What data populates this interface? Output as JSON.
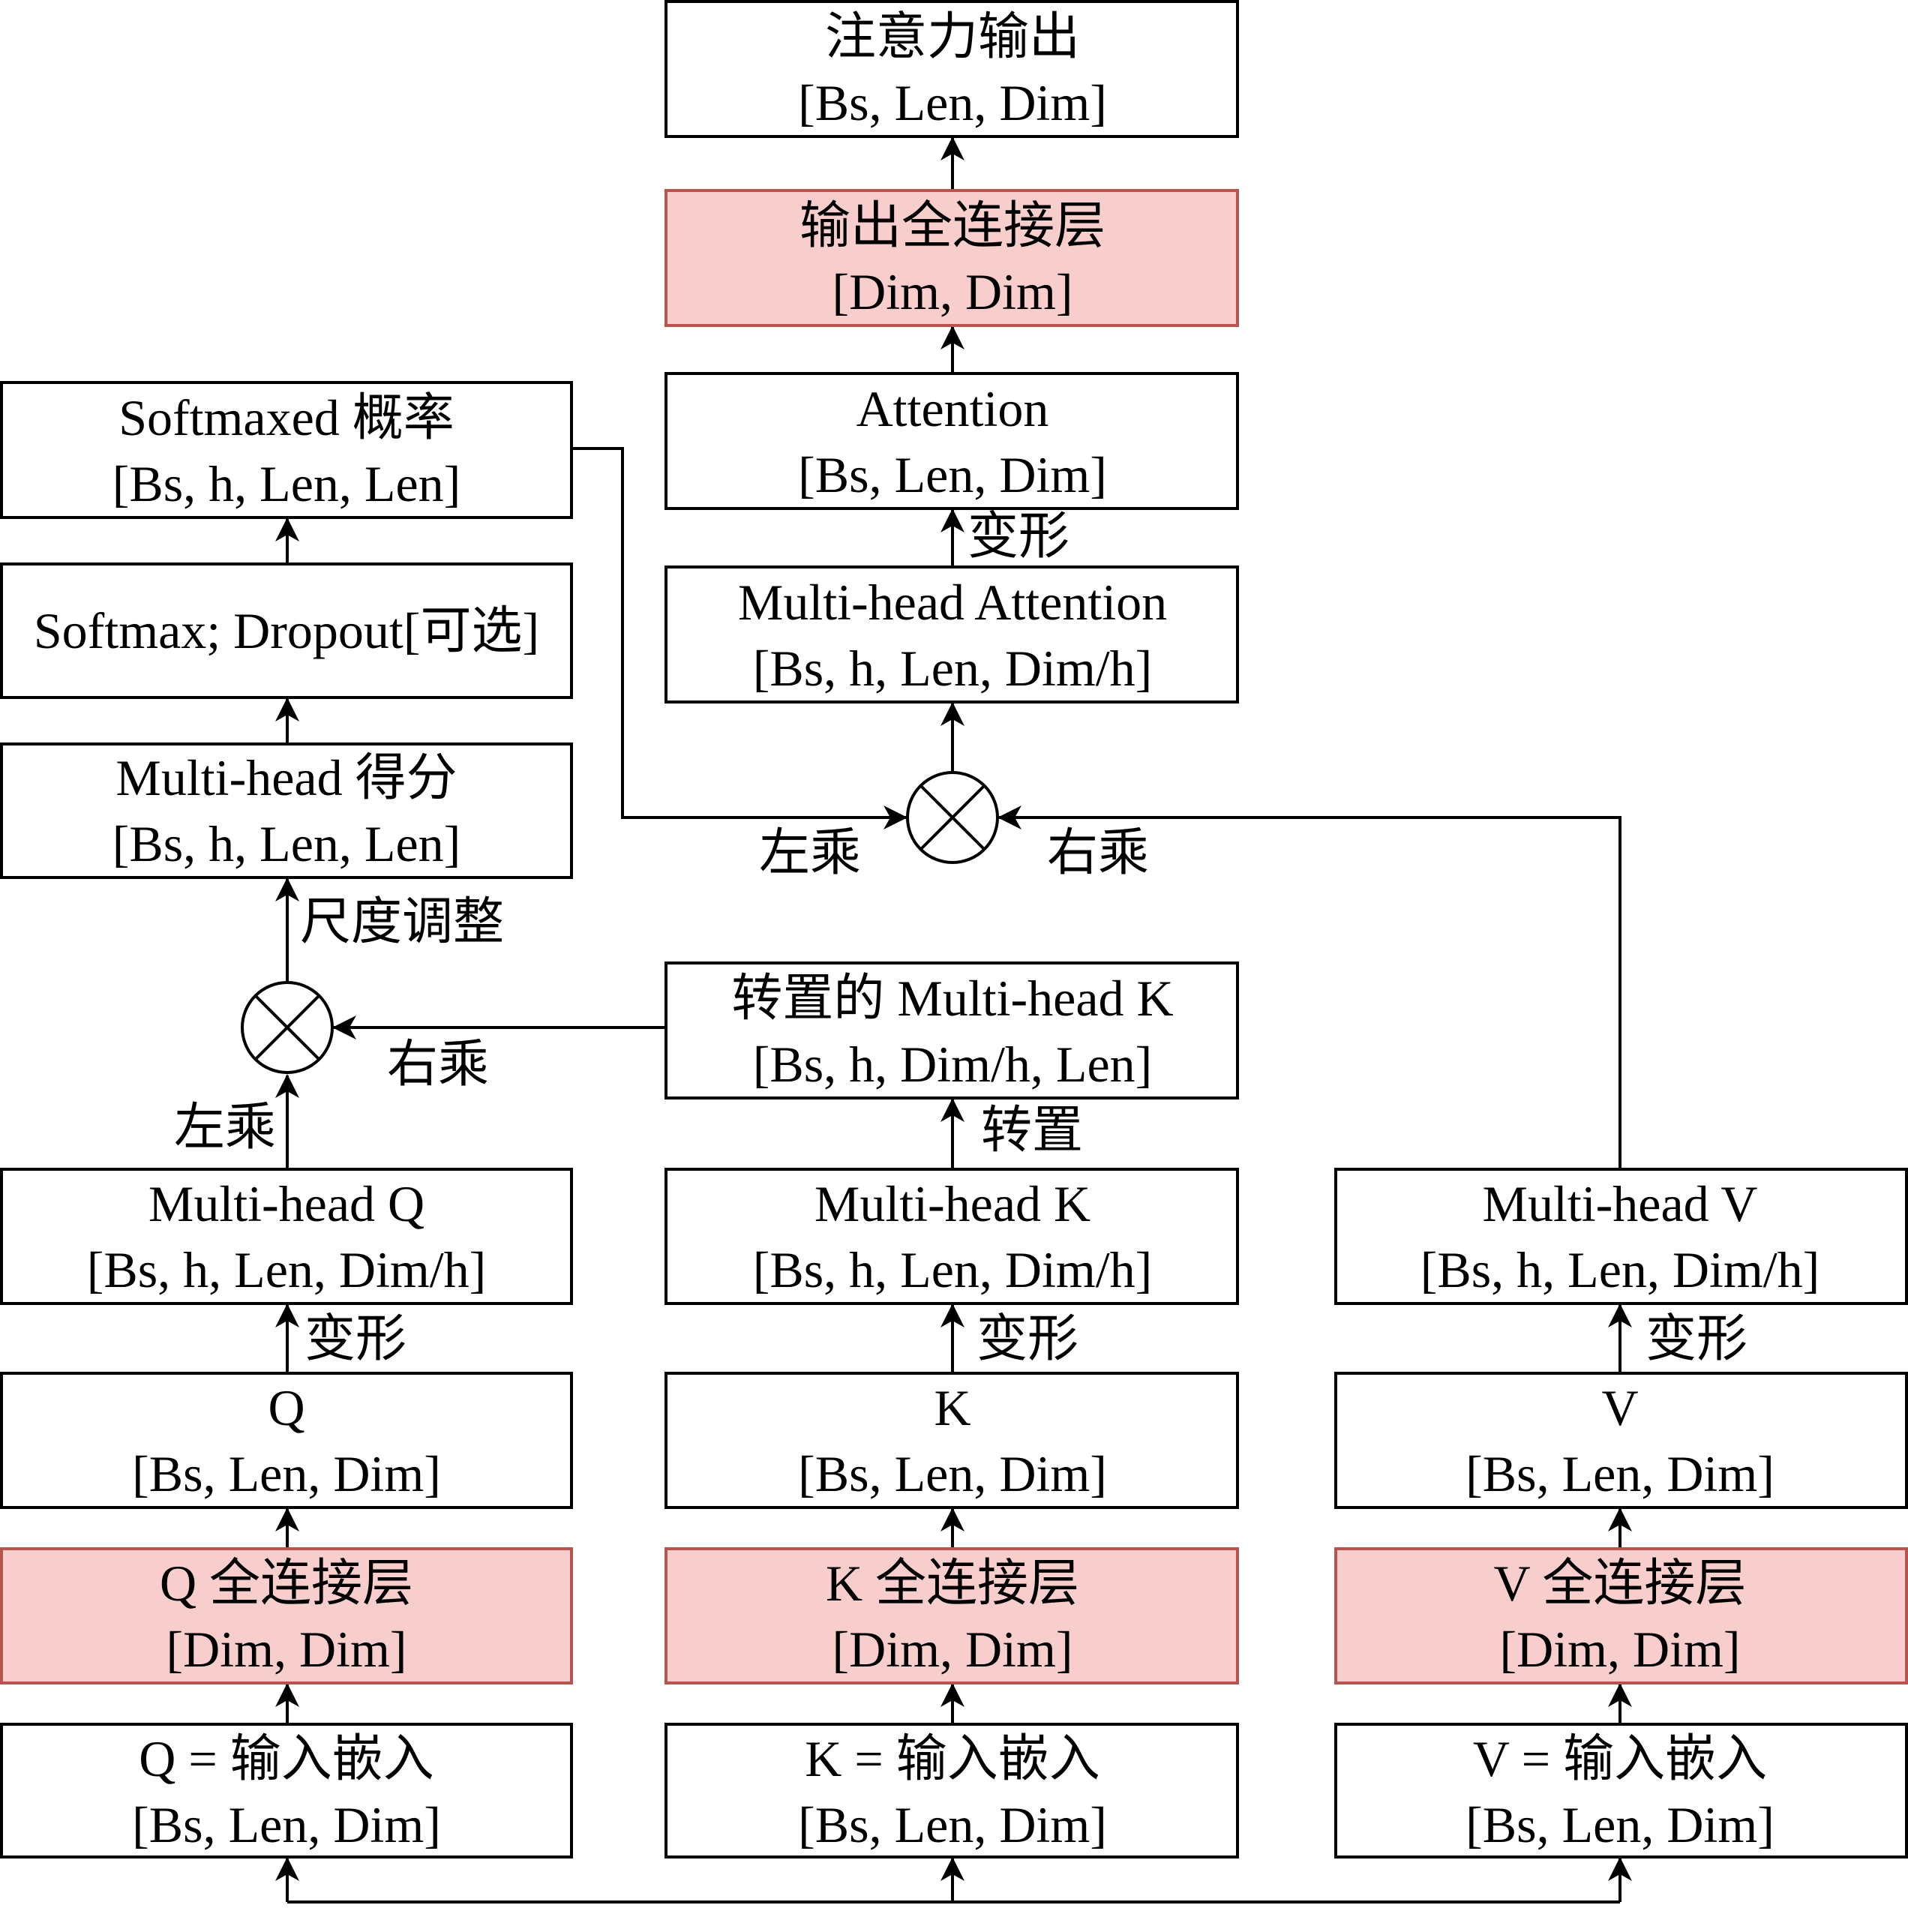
{
  "colors": {
    "box_fill": "#ffffff",
    "box_stroke": "#000000",
    "fc_fill": "#f8cecc",
    "fc_stroke": "#b85450",
    "line": "#000000"
  },
  "nodes": {
    "attn_out": {
      "line1": "注意力输出",
      "line2": "[Bs, Len, Dim]"
    },
    "out_fc": {
      "line1": "输出全连接层",
      "line2": "[Dim, Dim]"
    },
    "attention": {
      "line1": "Attention",
      "line2": "[Bs, Len, Dim]"
    },
    "mh_attn": {
      "line1": "Multi-head Attention",
      "line2": "[Bs, h, Len, Dim/h]"
    },
    "softmaxed": {
      "line1": "Softmaxed 概率",
      "line2": "[Bs, h, Len, Len]"
    },
    "softmax": {
      "line1": "Softmax; Dropout[可选]"
    },
    "mh_score": {
      "line1": "Multi-head 得分",
      "line2": "[Bs, h, Len, Len]"
    },
    "kt": {
      "line1": "转置的 Multi-head K",
      "line2": "[Bs, h, Dim/h, Len]"
    },
    "mh_q": {
      "line1": "Multi-head Q",
      "line2": "[Bs, h, Len, Dim/h]"
    },
    "mh_k": {
      "line1": "Multi-head K",
      "line2": "[Bs, h, Len, Dim/h]"
    },
    "mh_v": {
      "line1": "Multi-head V",
      "line2": "[Bs, h, Len, Dim/h]"
    },
    "q": {
      "line1": "Q",
      "line2": "[Bs, Len, Dim]"
    },
    "k": {
      "line1": "K",
      "line2": "[Bs, Len, Dim]"
    },
    "v": {
      "line1": "V",
      "line2": "[Bs, Len, Dim]"
    },
    "q_fc": {
      "line1": "Q 全连接层",
      "line2": "[Dim, Dim]"
    },
    "k_fc": {
      "line1": "K 全连接层",
      "line2": "[Dim, Dim]"
    },
    "v_fc": {
      "line1": "V 全连接层",
      "line2": "[Dim, Dim]"
    },
    "q_in": {
      "line1": "Q = 输入嵌入",
      "line2": "[Bs, Len, Dim]"
    },
    "k_in": {
      "line1": "K = 输入嵌入",
      "line2": "[Bs, Len, Dim]"
    },
    "v_in": {
      "line1": "V = 输入嵌入",
      "line2": "[Bs, Len, Dim]"
    }
  },
  "edge_labels": {
    "reshape_attn": "变形",
    "left_mul_top": "左乘",
    "right_mul_top": "右乘",
    "scale": "尺度调整",
    "right_mul_bottom": "右乘",
    "left_mul_bottom": "左乘",
    "transpose": "转置",
    "reshape_q": "变形",
    "reshape_k": "变形",
    "reshape_v": "变形"
  }
}
